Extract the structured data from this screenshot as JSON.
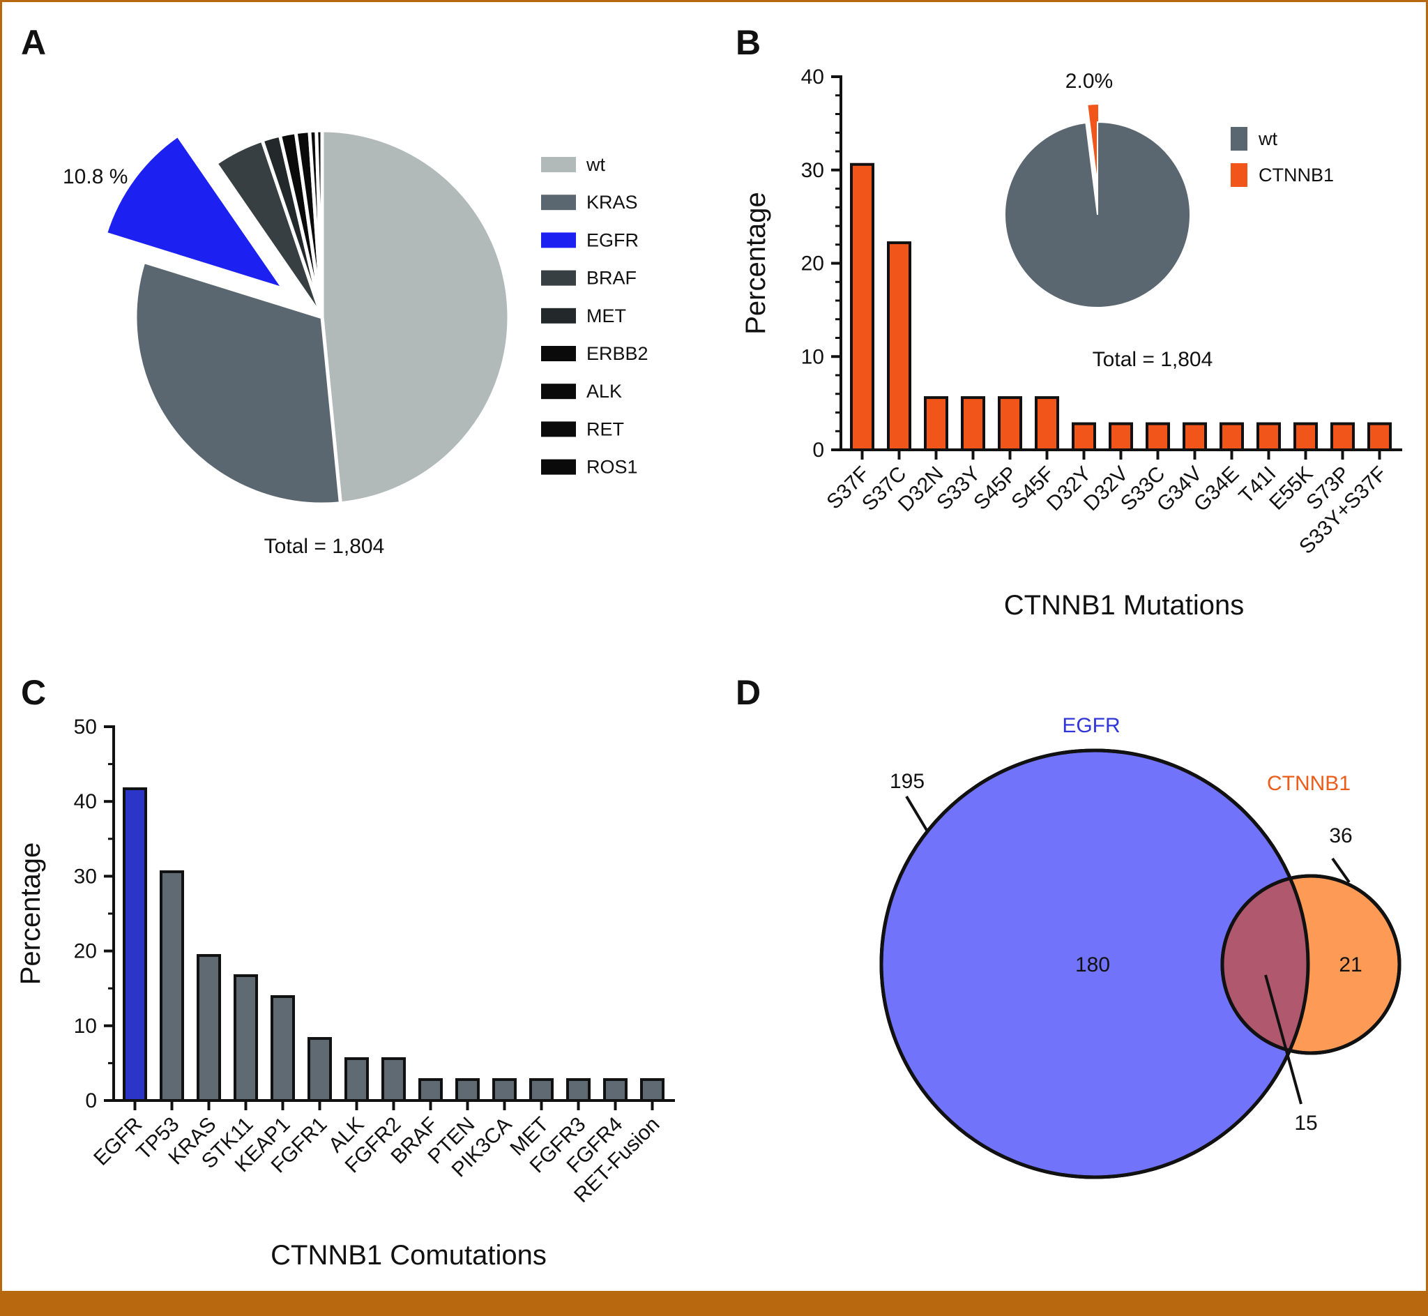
{
  "colors": {
    "frame": "#b8690f",
    "wt": "#b2b9b9",
    "kras": "#5b6770",
    "egfr": "#1c21f2",
    "braf": "#383f43",
    "met": "#23292b",
    "dark": "#0a0a0a",
    "ctnnb1": "#f2551a",
    "egfr_bar": "#2b35c8",
    "comut_bar": "#5f6a72",
    "venn_egfr": "#7173fb",
    "venn_ctnnb1": "#fd9a55",
    "venn_overlap": "#b0596e",
    "venn_egfr_label": "#3035d8",
    "venn_ctnnb1_label": "#ec5c1b"
  },
  "panels": {
    "a": {
      "letter": "A"
    },
    "b": {
      "letter": "B"
    },
    "c": {
      "letter": "C"
    },
    "d": {
      "letter": "D"
    }
  },
  "chart_data": [
    {
      "id": "A",
      "type": "pie",
      "labels": [
        "wt",
        "KRAS",
        "EGFR",
        "BRAF",
        "MET",
        "ERBB2",
        "ALK",
        "RET",
        "ROS1"
      ],
      "values": [
        49.4,
        32.0,
        10.8,
        4.5,
        1.6,
        1.4,
        1.2,
        0.6,
        0.5
      ],
      "exploded": "EGFR",
      "slice_label": "10.8 %",
      "caption": "Total = 1,804",
      "legend": "right"
    },
    {
      "id": "B",
      "type": "bar",
      "categories": [
        "S37F",
        "S37C",
        "D32N",
        "S33Y",
        "S45P",
        "S45F",
        "D32Y",
        "D32V",
        "S33C",
        "G34V",
        "G34E",
        "T41I",
        "E55K",
        "S73P",
        "S33Y+S37F"
      ],
      "values": [
        30.6,
        22.2,
        5.6,
        5.6,
        5.6,
        5.6,
        2.8,
        2.8,
        2.8,
        2.8,
        2.8,
        2.8,
        2.8,
        2.8,
        2.8
      ],
      "ylabel": "Percentage",
      "xlabel": "CTNNB1 Mutations",
      "ylim": [
        0,
        40
      ],
      "yticks": [
        "0",
        "10",
        "20",
        "30",
        "40"
      ],
      "inset_pie": {
        "labels": [
          "wt",
          "CTNNB1"
        ],
        "values": [
          98.0,
          2.0
        ],
        "slice_label": "2.0%",
        "caption": "Total = 1,804"
      }
    },
    {
      "id": "C",
      "type": "bar",
      "categories": [
        "EGFR",
        "TP53",
        "KRAS",
        "STK11",
        "KEAP1",
        "FGFR1",
        "ALK",
        "FGFR2",
        "BRAF",
        "PTEN",
        "PIK3CA",
        "MET",
        "FGFR3",
        "FGFR4",
        "RET-Fusion"
      ],
      "values": [
        41.7,
        30.6,
        19.4,
        16.7,
        13.9,
        8.3,
        5.6,
        5.6,
        2.8,
        2.8,
        2.8,
        2.8,
        2.8,
        2.8,
        2.8
      ],
      "ylabel": "Percentage",
      "xlabel": "CTNNB1 Comutations",
      "ylim": [
        0,
        50
      ],
      "yticks": [
        "0",
        "10",
        "20",
        "30",
        "40",
        "50"
      ]
    },
    {
      "id": "D",
      "type": "venn",
      "sets": [
        {
          "name": "EGFR",
          "total": "195",
          "only": "180"
        },
        {
          "name": "CTNNB1",
          "total": "36",
          "only": "21"
        }
      ],
      "overlap": "15"
    }
  ]
}
